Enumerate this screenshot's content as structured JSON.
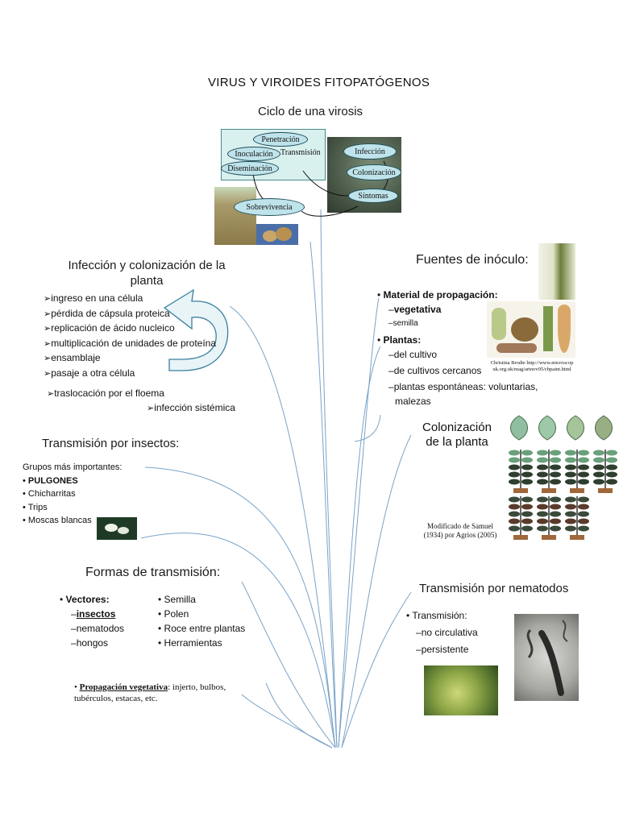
{
  "page_title": "VIRUS Y VIROIDES FITOPATÓGENOS",
  "cycle": {
    "title": "Ciclo de una virosis",
    "ovals": {
      "penetracion": "Penetración",
      "inoculacion": "Inoculación",
      "transmision": "Transmisión",
      "diseminacion": "Diseminación",
      "infeccion": "Infección",
      "colonizacion": "Colonización",
      "sintomas": "Síntomas",
      "sobrevivencia": "Sobrevivencia"
    }
  },
  "infeccion": {
    "title_line1": "Infección y colonización de la",
    "title_line2": "planta",
    "steps": [
      "ingreso en una célula",
      "pérdida de cápsula proteica",
      "replicación de ácido nucleico",
      "multiplicación de unidades de proteína",
      "ensamblaje",
      "pasaje a otra célula"
    ],
    "floema": "traslocación por el floema",
    "sistemica": "infección sistémica"
  },
  "fuentes": {
    "title": "Fuentes de inóculo:",
    "material_label": "Material de propagación:",
    "vegetativa": "vegetativa",
    "semilla": "semilla",
    "plantas_label": "Plantas:",
    "plantas_items": [
      "del cultivo",
      "de cultivos cercanos"
    ],
    "espontaneas_1": "plantas espontáneas: voluntarias,",
    "espontaneas_2": "malezas",
    "credit_1": "Christina Brodie http://www.microscop",
    "credit_2": "uk.org.uk/mag/artnov05/cbpaint.html"
  },
  "insectos": {
    "title": "Transmisión por insectos:",
    "grupos": "Grupos más importantes:",
    "items": [
      "PULGONES",
      "Chicharritas",
      "Trips",
      "Moscas blancas"
    ]
  },
  "colonizacion": {
    "title_line1": "Colonización",
    "title_line2": "de la planta",
    "credit_1": "Modificado de Samuel",
    "credit_2": "(1934) por Agrios (2005)"
  },
  "formas": {
    "title": "Formas de transmisión:",
    "vectores": "Vectores:",
    "vector_items": [
      "insectos",
      "nematodos",
      "hongos"
    ],
    "otros": [
      "Semilla",
      "Polen",
      "Roce entre plantas",
      "Herramientas"
    ],
    "propagacion_label": "Propagación vegetativa",
    "propagacion_text_1": ": injerto, bulbos,",
    "propagacion_text_2": "tubérculos, estacas, etc."
  },
  "nematodos": {
    "title": "Transmisión por nematodos",
    "transmision": "Transmisión:",
    "items": [
      "no circulativa",
      "persistente"
    ]
  },
  "colors": {
    "line": "#7aa3c8",
    "oval_fill": "#bfe3ea",
    "box_fill": "#d8f0ee",
    "arrow_fill": "#e8f4f6",
    "arrow_stroke": "#3a7fa0"
  }
}
